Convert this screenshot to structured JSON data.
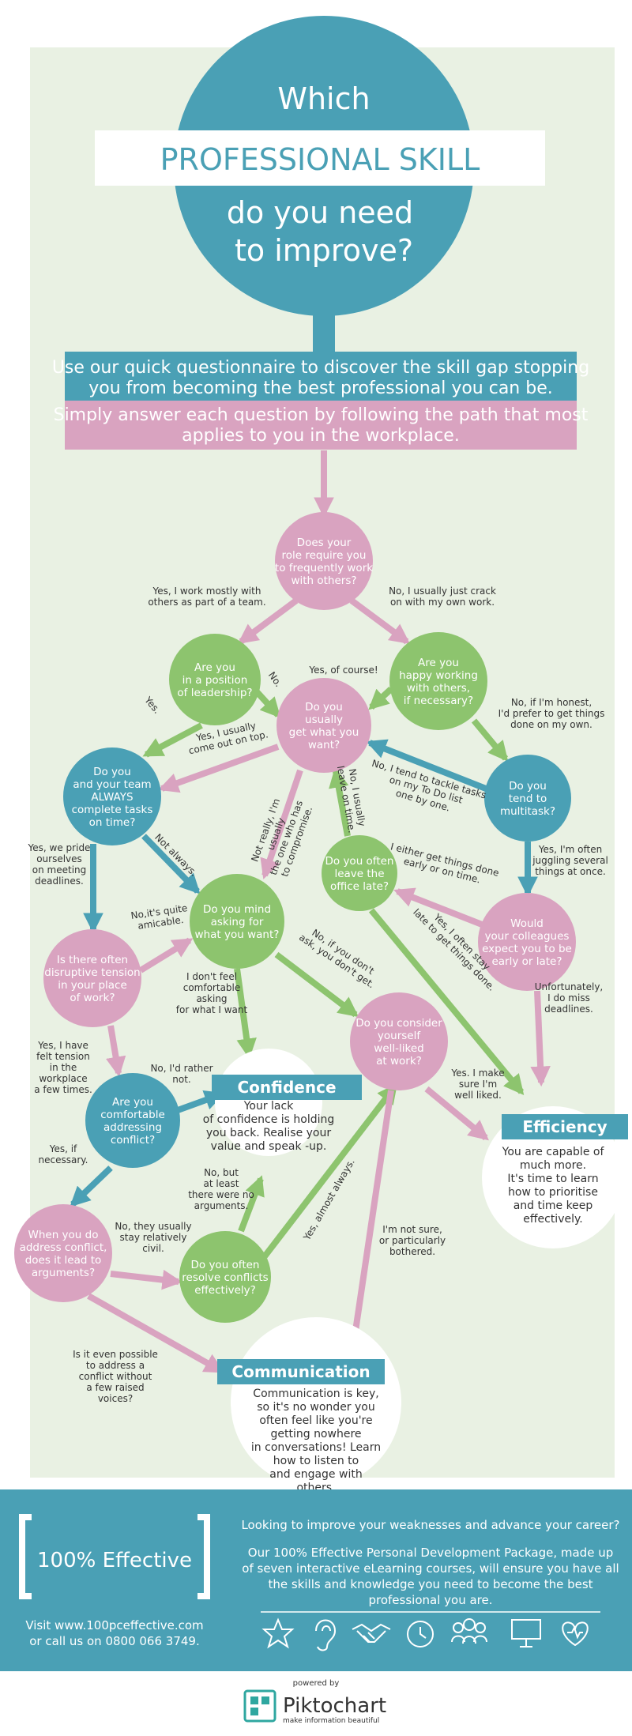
{
  "colors": {
    "teal": "#4aa0b5",
    "pink": "#d9a3c0",
    "green": "#8dc46e",
    "panel": "#e9f1e3",
    "footer": "#4aa0b5",
    "text": "#333333"
  },
  "header": {
    "line1": "Which",
    "line2": "PROFESSIONAL SKILL",
    "line3": "do you need",
    "line4": "to improve?"
  },
  "intro": {
    "teal_lines": [
      "Use our quick questionnaire to discover the skill gap stopping",
      "you from becoming the best professional you can be."
    ],
    "pink_lines": [
      "Simply answer each question by following the path that most",
      "applies to you in the workplace."
    ]
  },
  "questions": {
    "q1": [
      "Does your",
      "role require you",
      "to frequently work",
      "with others?"
    ],
    "q2": [
      "Are you",
      "in a position",
      "of leadership?"
    ],
    "q3": [
      "Are you",
      "happy working",
      "with others,",
      "if necessary?"
    ],
    "q4": [
      "Do you",
      "usually",
      "get what you",
      "want?"
    ],
    "q5": [
      "Do you",
      "and your team",
      "ALWAYS",
      "complete tasks",
      "on time?"
    ],
    "q6": [
      "Do you",
      "tend to",
      "multitask?"
    ],
    "q7": [
      "Do you often",
      "leave the",
      "office late?"
    ],
    "q8": [
      "Do you mind",
      "asking for",
      "what you want?"
    ],
    "q9": [
      "Would",
      "your colleagues",
      "expect you to be",
      "early or late?"
    ],
    "q10": [
      "Is there often",
      "disruptive tension",
      "in your place",
      "of work?"
    ],
    "q11": [
      "Do you consider",
      "yourself",
      "well-liked",
      "at work?"
    ],
    "q12": [
      "Are you",
      "comfortable",
      "addressing",
      "conflict?"
    ],
    "q13": [
      "When you do",
      "address conflict,",
      "does it lead to",
      "arguments?"
    ],
    "q14": [
      "Do you often",
      "resolve conflicts",
      "effectively?"
    ]
  },
  "answers": {
    "a1": [
      "Yes, I work mostly with",
      "others as part of a team."
    ],
    "a2": [
      "No, I usually just crack",
      "on with my own work."
    ],
    "a3": [
      "Yes."
    ],
    "a4": [
      "No."
    ],
    "a5": [
      "Yes, of course!"
    ],
    "a6": [
      "No, if I'm honest,",
      "I'd prefer to get things",
      "done on my own."
    ],
    "a7": [
      "Yes, I usually",
      "come out on top."
    ],
    "a8": [
      "No, I tend to tackle tasks",
      "on my To Do list",
      "one by one."
    ],
    "a9": [
      "Not really, I'm",
      "usually",
      "the one who has",
      "to compromise."
    ],
    "a10": [
      "No, I usually",
      "leave on time."
    ],
    "a11": [
      "Yes, we pride",
      "ourselves",
      "on meeting",
      "deadlines."
    ],
    "a12": [
      "Not always."
    ],
    "a13": [
      "Yes, I'm often",
      "juggling several",
      "things at once."
    ],
    "a14": [
      "I either get things done",
      "early or on time."
    ],
    "a15": [
      "No,it's quite",
      "amicable."
    ],
    "a16": [
      "No, if you don't",
      "ask, you don't get."
    ],
    "a17": [
      "Yes, I often stay",
      "late to get things done."
    ],
    "a18": [
      "I don't feel",
      "comfortable",
      "asking",
      "for what I want"
    ],
    "a19": [
      "Unfortunately,",
      "I do miss",
      "deadlines."
    ],
    "a20": [
      "Yes, I have",
      "felt tension",
      "in the",
      "workplace",
      "a few times."
    ],
    "a21": [
      "No, I'd rather",
      "not."
    ],
    "a22": [
      "Yes. I make",
      "sure I'm",
      "well liked."
    ],
    "a23": [
      "Yes, if",
      "necessary."
    ],
    "a24": [
      "No, but",
      "at least",
      "there were no",
      "arguments."
    ],
    "a25": [
      "Yes, almost always."
    ],
    "a26": [
      "I'm not sure,",
      "or particularly",
      "bothered."
    ],
    "a27": [
      "No, they usually",
      "stay relatively",
      "civil."
    ],
    "a28": [
      "Is it even possible",
      "to address a",
      "conflict without",
      "a few raised",
      "voices?"
    ]
  },
  "results": {
    "confidence": {
      "title": "Confidence",
      "lines": [
        "Your lack",
        "of confidence is holding",
        "you back. Realise your",
        "value and speak -up."
      ]
    },
    "efficiency": {
      "title": "Efficiency",
      "lines": [
        "You are capable of",
        "much more.",
        "It's time to learn",
        "how to prioritise",
        "and time keep",
        "effectively."
      ]
    },
    "communication": {
      "title": "Communication",
      "lines": [
        "Communication is key,",
        "so it's no wonder you",
        "often feel like you're",
        "getting nowhere",
        "in conversations! Learn",
        "how to listen to",
        "and engage with",
        "others."
      ]
    }
  },
  "footer": {
    "brand": "100% Effective",
    "visit_lines": [
      "Visit www.100pceffective.com",
      "or call us on 0800 066 3749."
    ],
    "pitch_title": "Looking to improve your weaknesses and advance your career?",
    "pitch_lines": [
      "Our 100% Effective Personal Development Package, made up",
      "of seven interactive eLearning courses, will ensure you have all",
      "the skills and knowledge you need to become the best",
      "professional you are."
    ],
    "icons": [
      "star-icon",
      "ear-icon",
      "handshake-icon",
      "clock-icon",
      "team-icon",
      "presentation-icon",
      "heart-icon"
    ]
  },
  "credit": {
    "powered": "powered by",
    "name": "Piktochart",
    "tagline": "make information beautiful"
  }
}
